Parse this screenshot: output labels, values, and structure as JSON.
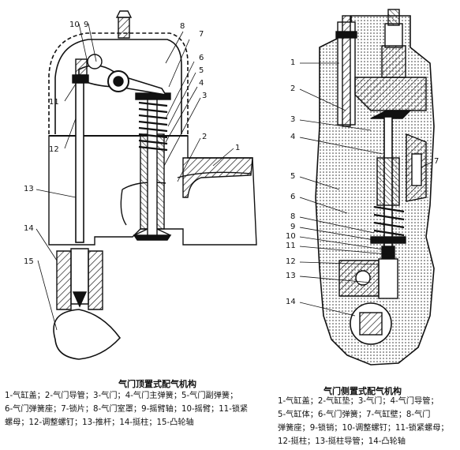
{
  "left_diagram": {
    "title": "气门顶置式配气机构",
    "part_numbers": [
      "1",
      "2",
      "3",
      "4",
      "5",
      "6",
      "7",
      "8",
      "9",
      "10",
      "11",
      "12",
      "13",
      "14",
      "15"
    ],
    "legend_lines": [
      "1-气缸盖；2-气门导管；3-气门；4-气门主弹簧；5-气门副弹簧；",
      "6-气门弹簧座；7-锁片；8-气门室罩；9-摇臂轴；10-摇臂；11-锁紧",
      "螺母；12-调整螺钉；13-推杆；14-挺柱；15-凸轮轴"
    ]
  },
  "right_diagram": {
    "title": "气门侧置式配气机构",
    "part_numbers": [
      "1",
      "2",
      "3",
      "4",
      "5",
      "6",
      "7",
      "8",
      "9",
      "10",
      "11",
      "12",
      "13",
      "14"
    ],
    "legend_lines": [
      "1-气缸盖；2-气缸垫；3-气门；4-气门导管；",
      "5-气缸体；6-气门弹簧；7-气缸壁；8-气门",
      "弹簧座；9-锁销；10-调整螺钉；11-锁紧螺母；",
      "12-挺柱；13-挺柱导管；14-凸轮轴"
    ]
  }
}
